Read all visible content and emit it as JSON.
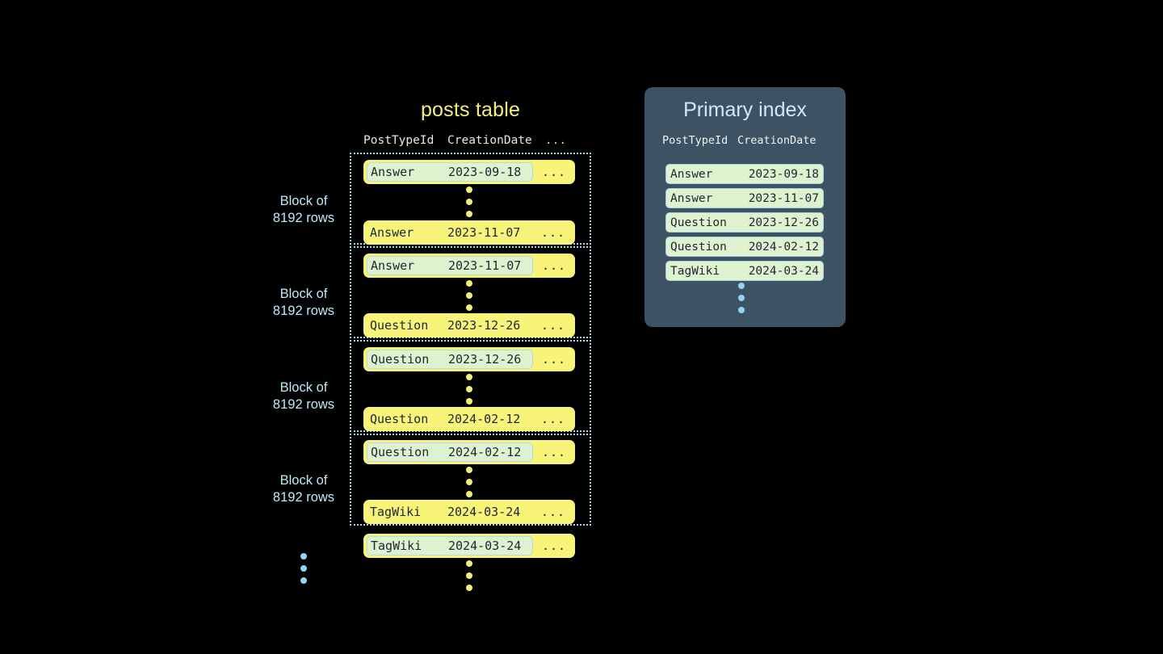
{
  "colors": {
    "background": "#000000",
    "row_yellow": "#f7f479",
    "highlight_mint": "#dff2cf",
    "highlight_border": "#b3d9ea",
    "panel_slate": "#3d5363",
    "title_yellow": "#f2f07a",
    "title_blue": "#cfeaf6",
    "label_blue": "#bfe9f7",
    "dot_yellow": "#f3ef72",
    "dot_blue": "#8fd6ef",
    "text_dark": "#1d2733"
  },
  "posts_table": {
    "title": "posts table",
    "columns": {
      "post_type_id": "PostTypeId",
      "creation_date": "CreationDate",
      "ellipsis": "..."
    },
    "blocks": [
      {
        "label_line1": "Block of",
        "label_line2": "8192 rows",
        "first_row": {
          "post_type_id": "Answer",
          "creation_date": "2023-09-18",
          "ellipsis": "...",
          "highlighted": true
        },
        "last_row": {
          "post_type_id": "Answer",
          "creation_date": "2023-11-07",
          "ellipsis": "...",
          "highlighted": false
        }
      },
      {
        "label_line1": "Block of",
        "label_line2": "8192 rows",
        "first_row": {
          "post_type_id": "Answer",
          "creation_date": "2023-11-07",
          "ellipsis": "...",
          "highlighted": true
        },
        "last_row": {
          "post_type_id": "Question",
          "creation_date": "2023-12-26",
          "ellipsis": "...",
          "highlighted": false
        }
      },
      {
        "label_line1": "Block of",
        "label_line2": "8192 rows",
        "first_row": {
          "post_type_id": "Question",
          "creation_date": "2023-12-26",
          "ellipsis": "...",
          "highlighted": true
        },
        "last_row": {
          "post_type_id": "Question",
          "creation_date": "2024-02-12",
          "ellipsis": "...",
          "highlighted": false
        }
      },
      {
        "label_line1": "Block of",
        "label_line2": "8192 rows",
        "first_row": {
          "post_type_id": "Question",
          "creation_date": "2024-02-12",
          "ellipsis": "...",
          "highlighted": true
        },
        "last_row": {
          "post_type_id": "TagWiki",
          "creation_date": "2024-03-24",
          "ellipsis": "...",
          "highlighted": false
        }
      }
    ],
    "trailing_row": {
      "post_type_id": "TagWiki",
      "creation_date": "2024-03-24",
      "ellipsis": "...",
      "highlighted": true
    }
  },
  "primary_index": {
    "title": "Primary index",
    "columns": {
      "post_type_id": "PostTypeId",
      "creation_date": "CreationDate"
    },
    "rows": [
      {
        "post_type_id": "Answer",
        "creation_date": "2023-09-18"
      },
      {
        "post_type_id": "Answer",
        "creation_date": "2023-11-07"
      },
      {
        "post_type_id": "Question",
        "creation_date": "2023-12-26"
      },
      {
        "post_type_id": "Question",
        "creation_date": "2024-02-12"
      },
      {
        "post_type_id": "TagWiki",
        "creation_date": "2024-03-24"
      }
    ]
  }
}
